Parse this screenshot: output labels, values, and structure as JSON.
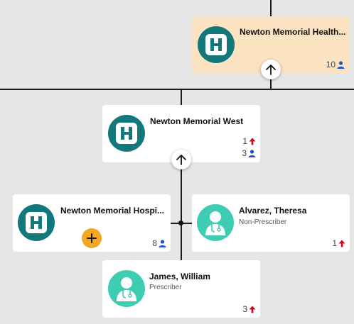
{
  "colors": {
    "background": "#e6e6e6",
    "card": "#ffffff",
    "card_highlight": "#fbe3c2",
    "org_avatar": "#13787b",
    "person_avatar": "#3ecdb2",
    "person_count_icon": "#1f4fd6",
    "up_arrow_icon": "#d0021b",
    "add_button": "#f5a623"
  },
  "nodes": {
    "health_system": {
      "name": "Newton Memorial Health...",
      "icon": "hospital-icon",
      "people_count": "10",
      "selected": true
    },
    "west": {
      "name": "Newton Memorial West",
      "icon": "hospital-icon",
      "up_count": "1",
      "people_count": "3"
    },
    "hospital": {
      "name": "Newton Memorial Hospi...",
      "icon": "hospital-icon",
      "people_count": "8"
    },
    "alvarez": {
      "name": "Alvarez, Theresa",
      "role": "Non-Prescriber",
      "icon": "clinician-icon",
      "up_count": "1"
    },
    "james": {
      "name": "James, William",
      "role": "Prescriber",
      "icon": "clinician-icon",
      "up_count": "3"
    }
  }
}
